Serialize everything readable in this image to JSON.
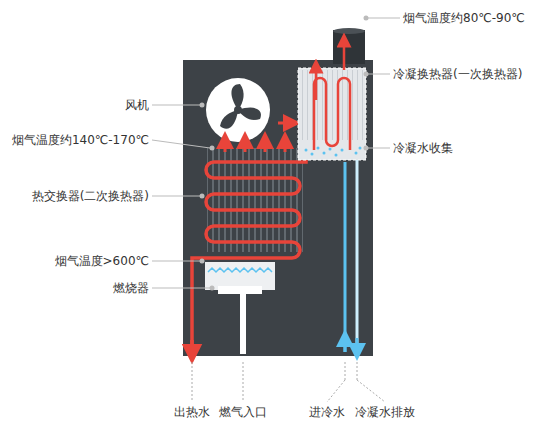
{
  "diagram": {
    "labels": [
      "风机",
      "烟气温度约140℃-170℃",
      "热交换器(二次换热器)",
      "烟气温度>600℃",
      "燃烧器",
      "烟气温度约80℃-90℃",
      "冷凝换热器(一次换热器)",
      "冷凝水收集",
      "出热水",
      "燃气入口",
      "进冷水",
      "冷凝水排放"
    ]
  }
}
